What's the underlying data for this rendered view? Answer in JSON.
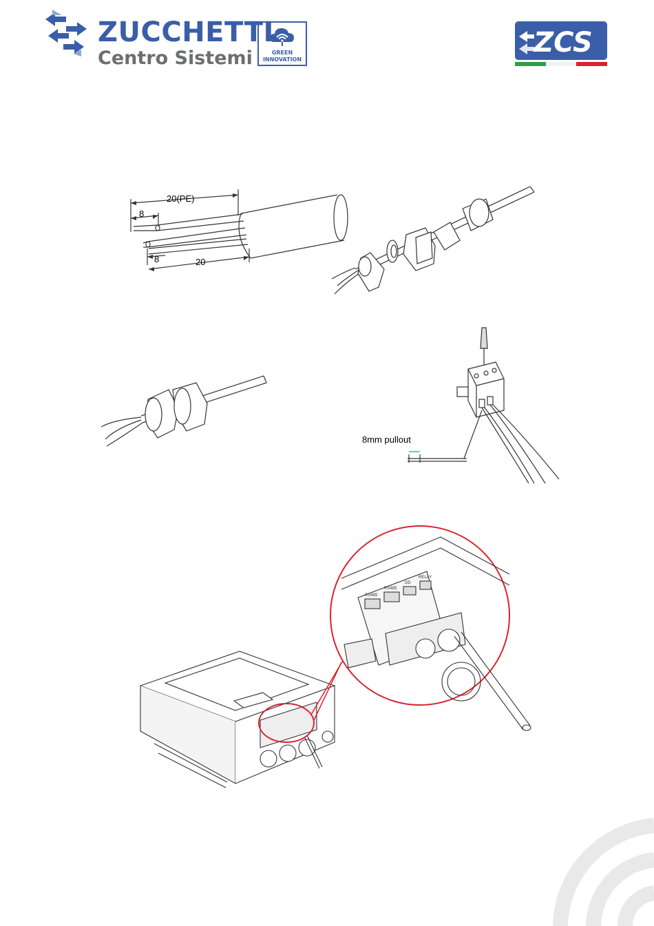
{
  "header": {
    "brand_name": "ZUCCHETTI",
    "brand_sub": "Centro Sistemi",
    "badge_line1": "GREEN",
    "badge_line2": "INNOVATION",
    "zcs_logo": "ZCS"
  },
  "figure1": {
    "dim_pe": "20(PE)",
    "dim_top_strip": "8",
    "dim_bottom_strip": "8",
    "dim_bottom_len": "20"
  },
  "figure4": {
    "pullout_label": "8mm pullout"
  },
  "figure5": {
    "board_labels": [
      "RS485",
      "RS485",
      "DD",
      "RELAY"
    ]
  },
  "colors": {
    "brand_blue": "#3a5ea8",
    "brand_grey": "#6d6e71",
    "callout_red": "#d9232e",
    "line_art": "#333333"
  }
}
